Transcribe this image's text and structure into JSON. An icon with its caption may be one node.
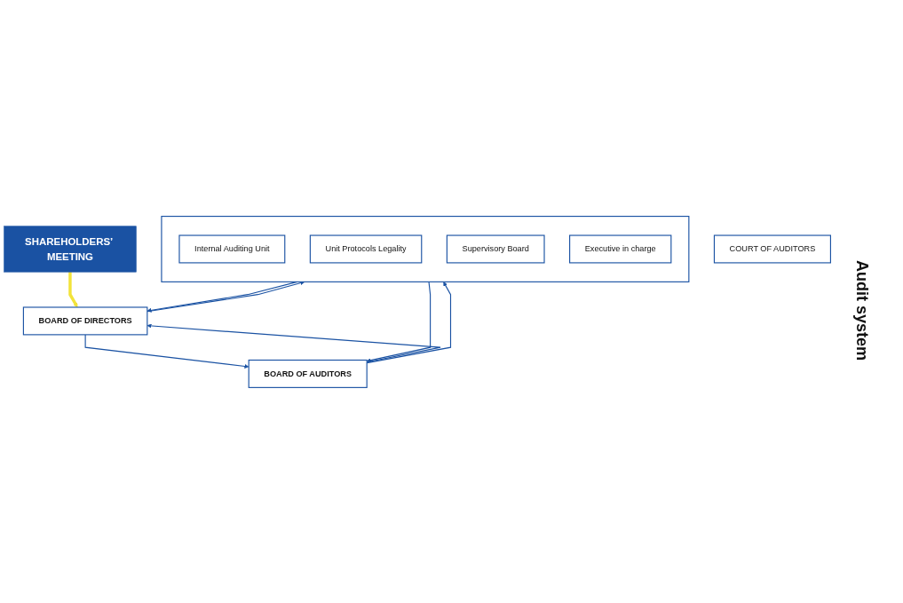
{
  "diagram": {
    "nodes": [
      {
        "text": [
          "SHAREHOLDERS’ MEETING"
        ]
      },
      {
        "text": [
          "BOARD OF DIRECTORS"
        ]
      },
      {
        "text": [
          "BOARD OF AUDITORS"
        ]
      },
      {
        "text": [],
        "shape": "box"
      },
      {
        "text": [
          "Internal Auditing Unit"
        ],
        "in": 3
      },
      {
        "text": [
          "Unit Protocols Legality"
        ],
        "in": 3
      },
      {
        "text": [
          "Supervisory Board"
        ],
        "in": 3
      },
      {
        "text": [
          "Executive in charge"
        ],
        "in": 3
      },
      {
        "text": [
          "COURT OF AUDITORS"
        ]
      }
    ],
    "edges": [
      {
        "from": 0,
        "to": 1,
        "arrow": "to",
        "style": "thick",
        "color": "#f2e33a"
      },
      {
        "from": 1,
        "to": 2,
        "arrow": "to"
      },
      {
        "from": 2,
        "to": 1,
        "arrow": "to"
      },
      {
        "from": 1,
        "to": 3,
        "arrow": "to"
      },
      {
        "from": 3,
        "to": 1,
        "arrow": "to"
      },
      {
        "from": 2,
        "to": 3,
        "arrow": "to"
      },
      {
        "from": 3,
        "to": 2,
        "arrow": "to"
      }
    ],
    "labels": [
      "Audit system"
    ]
  }
}
